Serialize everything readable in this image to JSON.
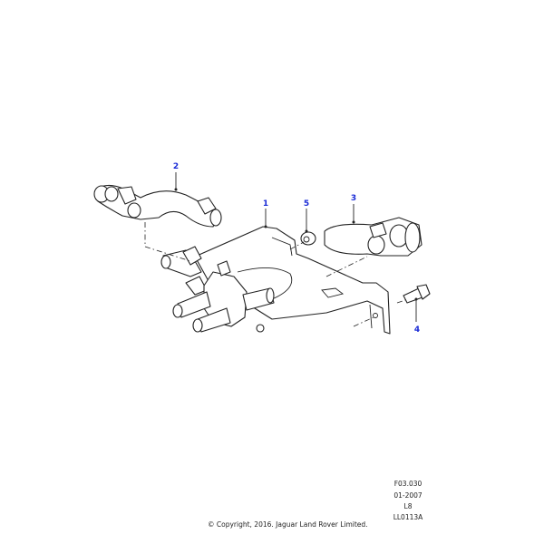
{
  "diagram": {
    "callouts": [
      {
        "number": "1"
      },
      {
        "number": "2"
      },
      {
        "number": "3"
      },
      {
        "number": "4"
      },
      {
        "number": "5"
      }
    ],
    "callout_color": "#1a2bd6"
  },
  "footer": {
    "code": "F03.030",
    "date": "01-2007",
    "model": "L8",
    "illustration_id": "LL0113A",
    "copyright": "© Copyright, 2016. Jaguar Land Rover Limited."
  }
}
